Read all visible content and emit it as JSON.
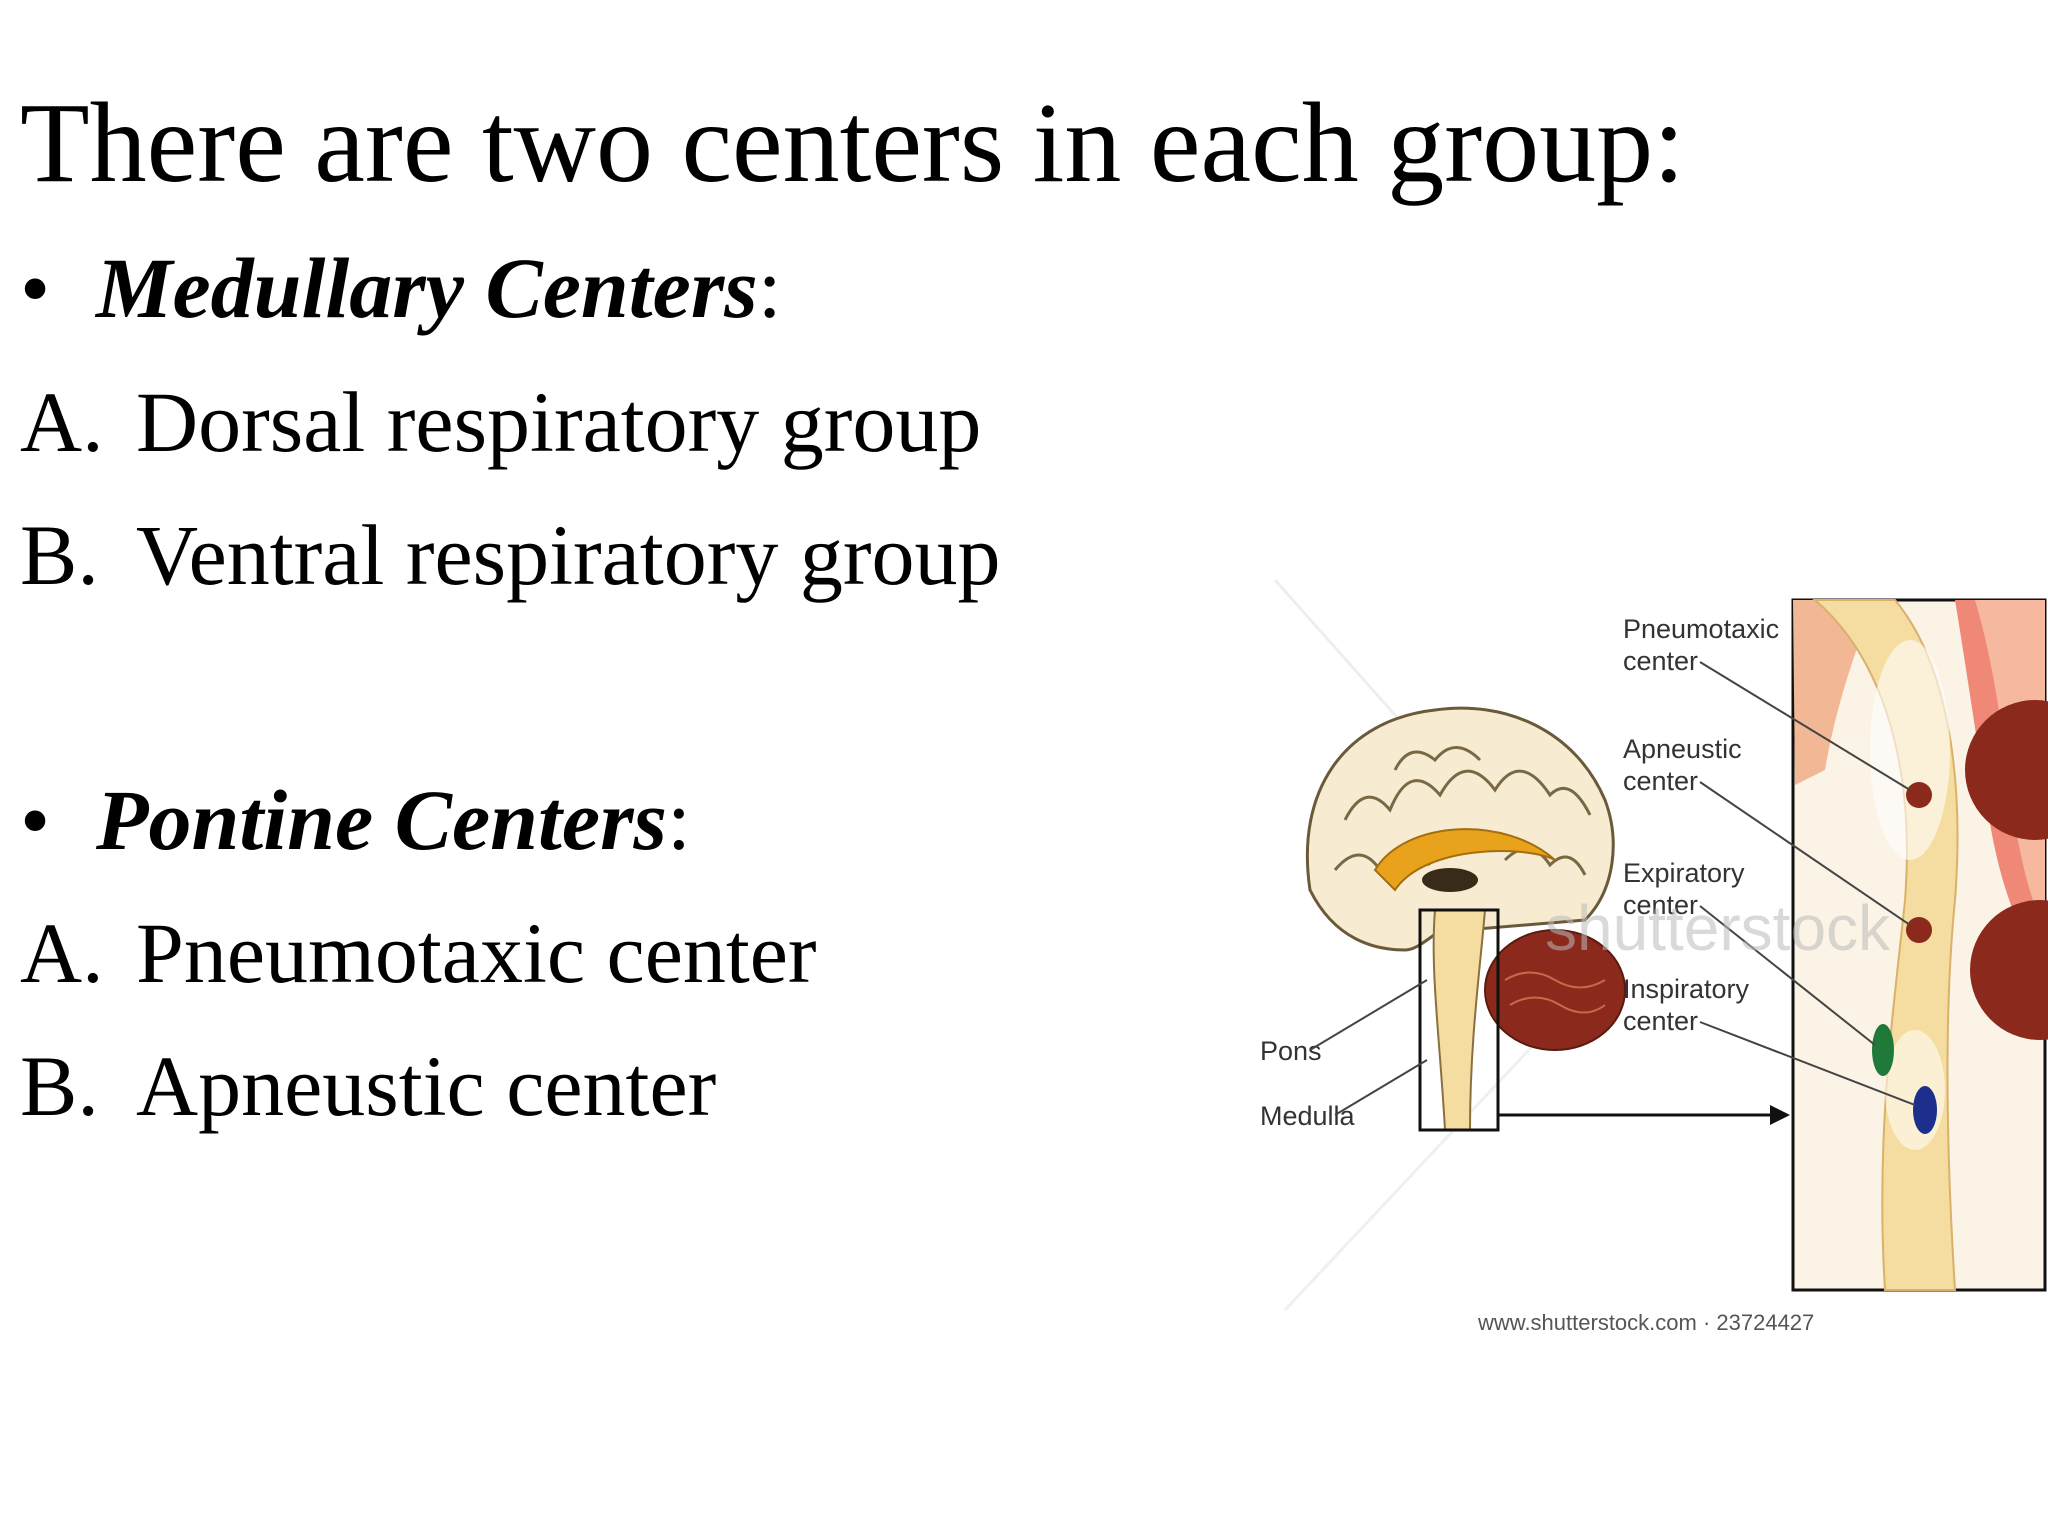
{
  "title": "There are two centers in each group:",
  "sections": [
    {
      "bullet": "•",
      "heading": "Medullary Centers",
      "colon": ":",
      "items": [
        {
          "marker": "A.",
          "text": "Dorsal respiratory group"
        },
        {
          "marker": "B.",
          "text": "Ventral respiratory group"
        }
      ]
    },
    {
      "bullet": "•",
      "heading": "Pontine Centers",
      "colon": ":",
      "items": [
        {
          "marker": "A.",
          "text": "Pneumotaxic center"
        },
        {
          "marker": "B.",
          "text": "Apneustic center"
        }
      ]
    }
  ],
  "figure": {
    "labels": {
      "pneumotaxic": [
        "Pneumotaxic",
        "center"
      ],
      "apneustic": [
        "Apneustic",
        "center"
      ],
      "expiratory": [
        "Expiratory",
        "center"
      ],
      "inspiratory": [
        "Inspiratory",
        "center"
      ],
      "pons": "Pons",
      "medulla": "Medulla"
    },
    "watermark": "shutterstock",
    "credit": "www.shutterstock.com · 23724427",
    "colors": {
      "brainstem": "#f5dca0",
      "cerebellum": "#8b2a1c",
      "corpus_callosum": "#e8a21c",
      "pneumotaxic_dot": "#8b2a1c",
      "apneustic_dot": "#8b2a1c",
      "expiratory_dot": "#1f7a3a",
      "inspiratory_dot": "#1c2f8c"
    }
  }
}
